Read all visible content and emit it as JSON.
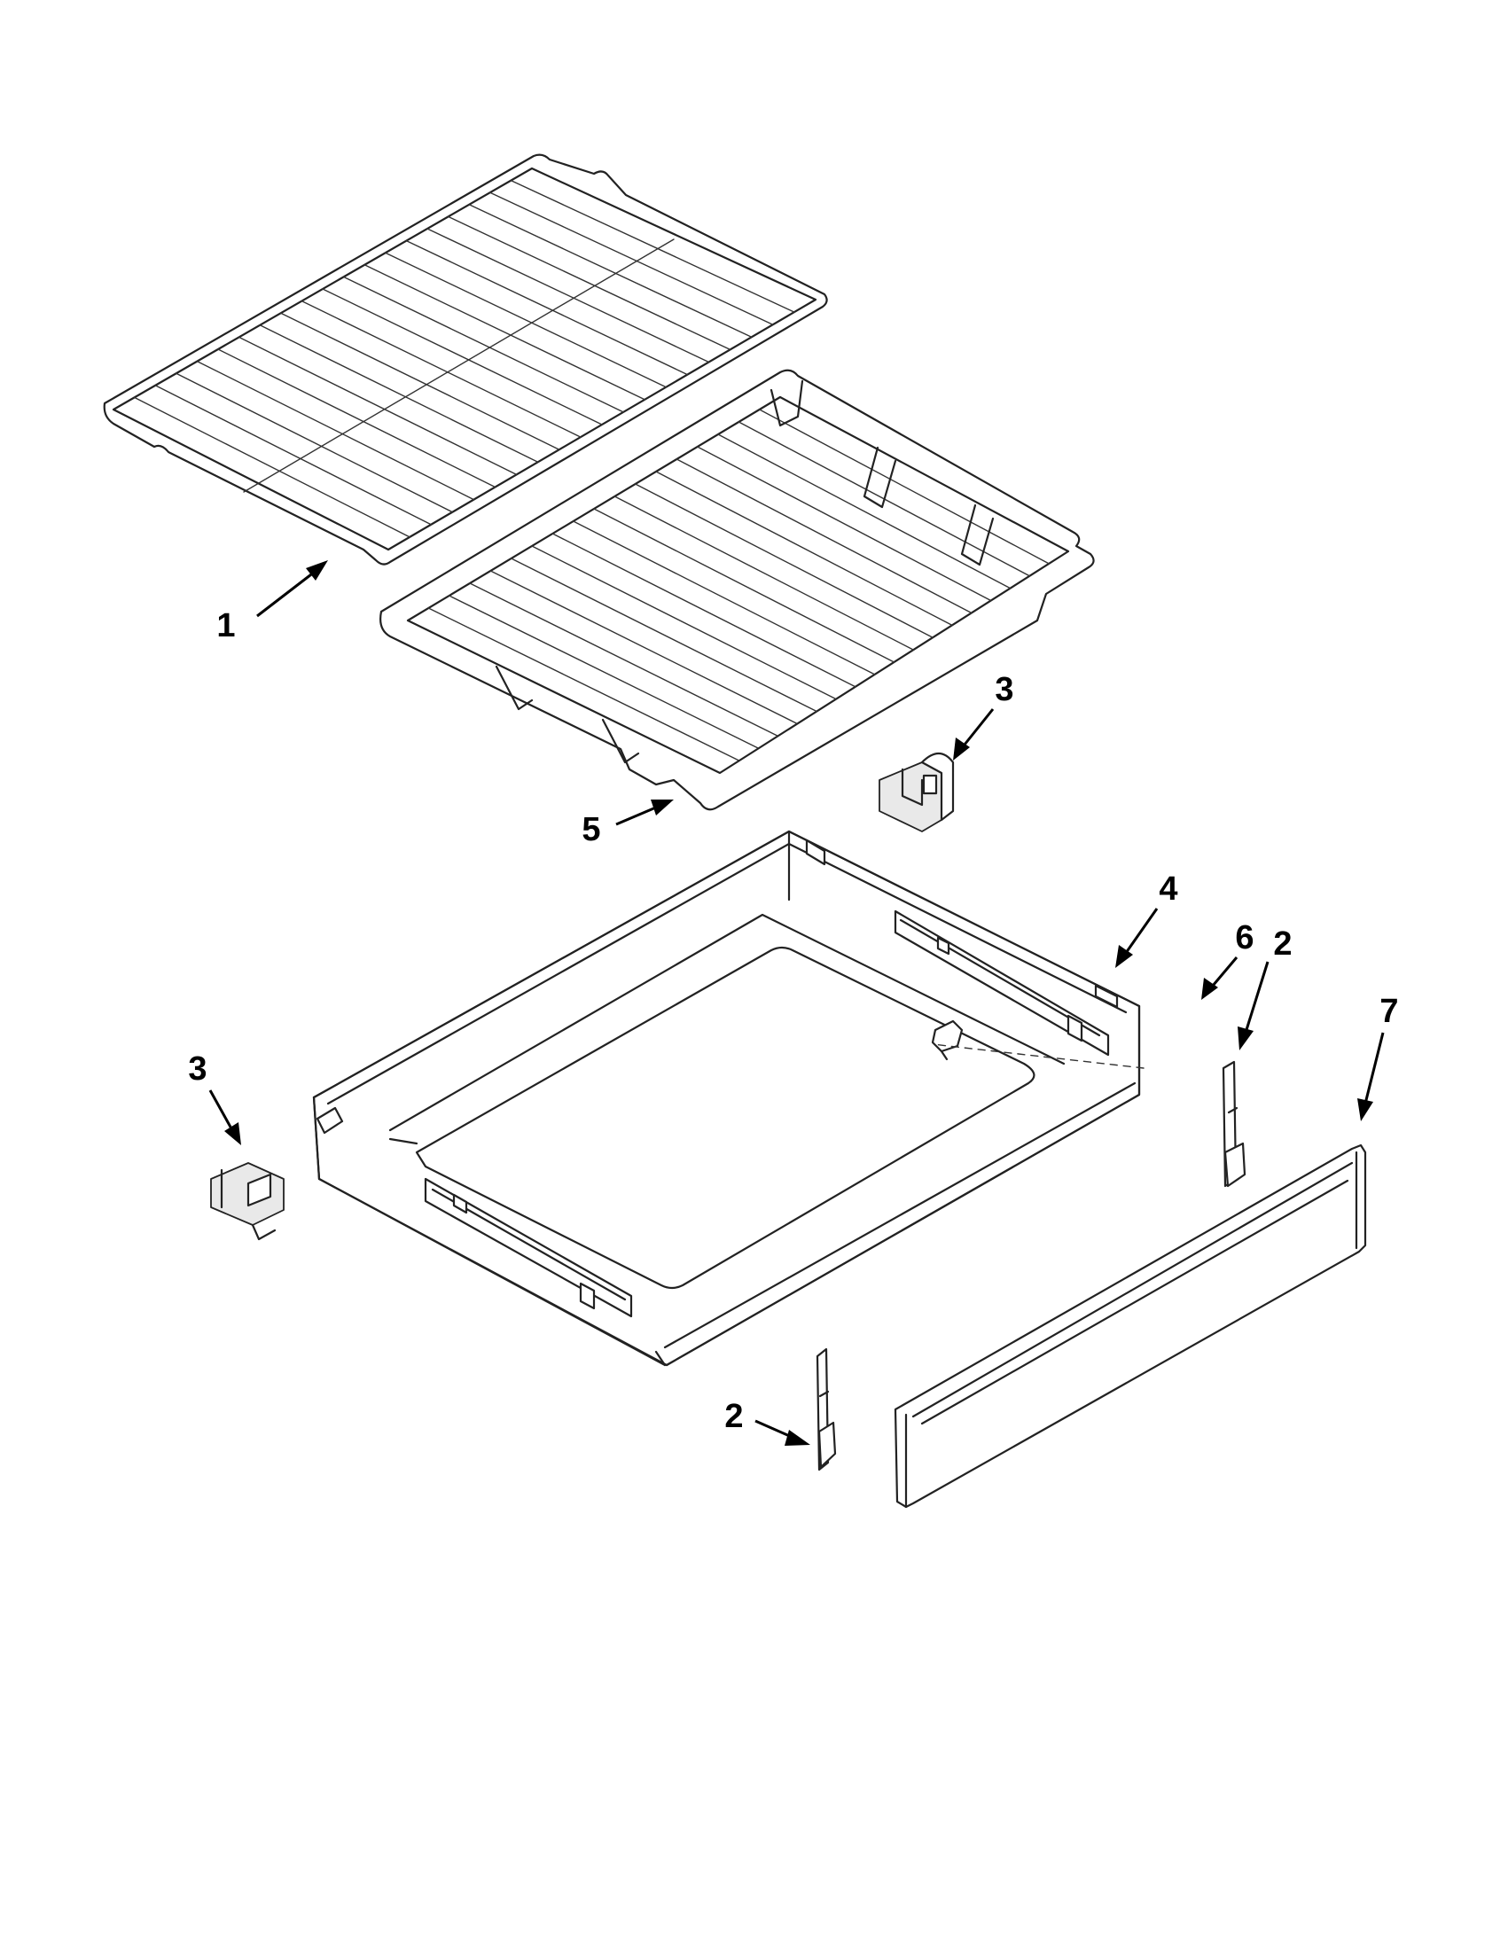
{
  "callouts": [
    {
      "id": "c1",
      "label": "1"
    },
    {
      "id": "c5",
      "label": "5"
    },
    {
      "id": "c3a",
      "label": "3"
    },
    {
      "id": "c4",
      "label": "4"
    },
    {
      "id": "c6",
      "label": "6"
    },
    {
      "id": "c2a",
      "label": "2"
    },
    {
      "id": "c7",
      "label": "7"
    },
    {
      "id": "c3b",
      "label": "3"
    },
    {
      "id": "c2b",
      "label": "2"
    }
  ]
}
